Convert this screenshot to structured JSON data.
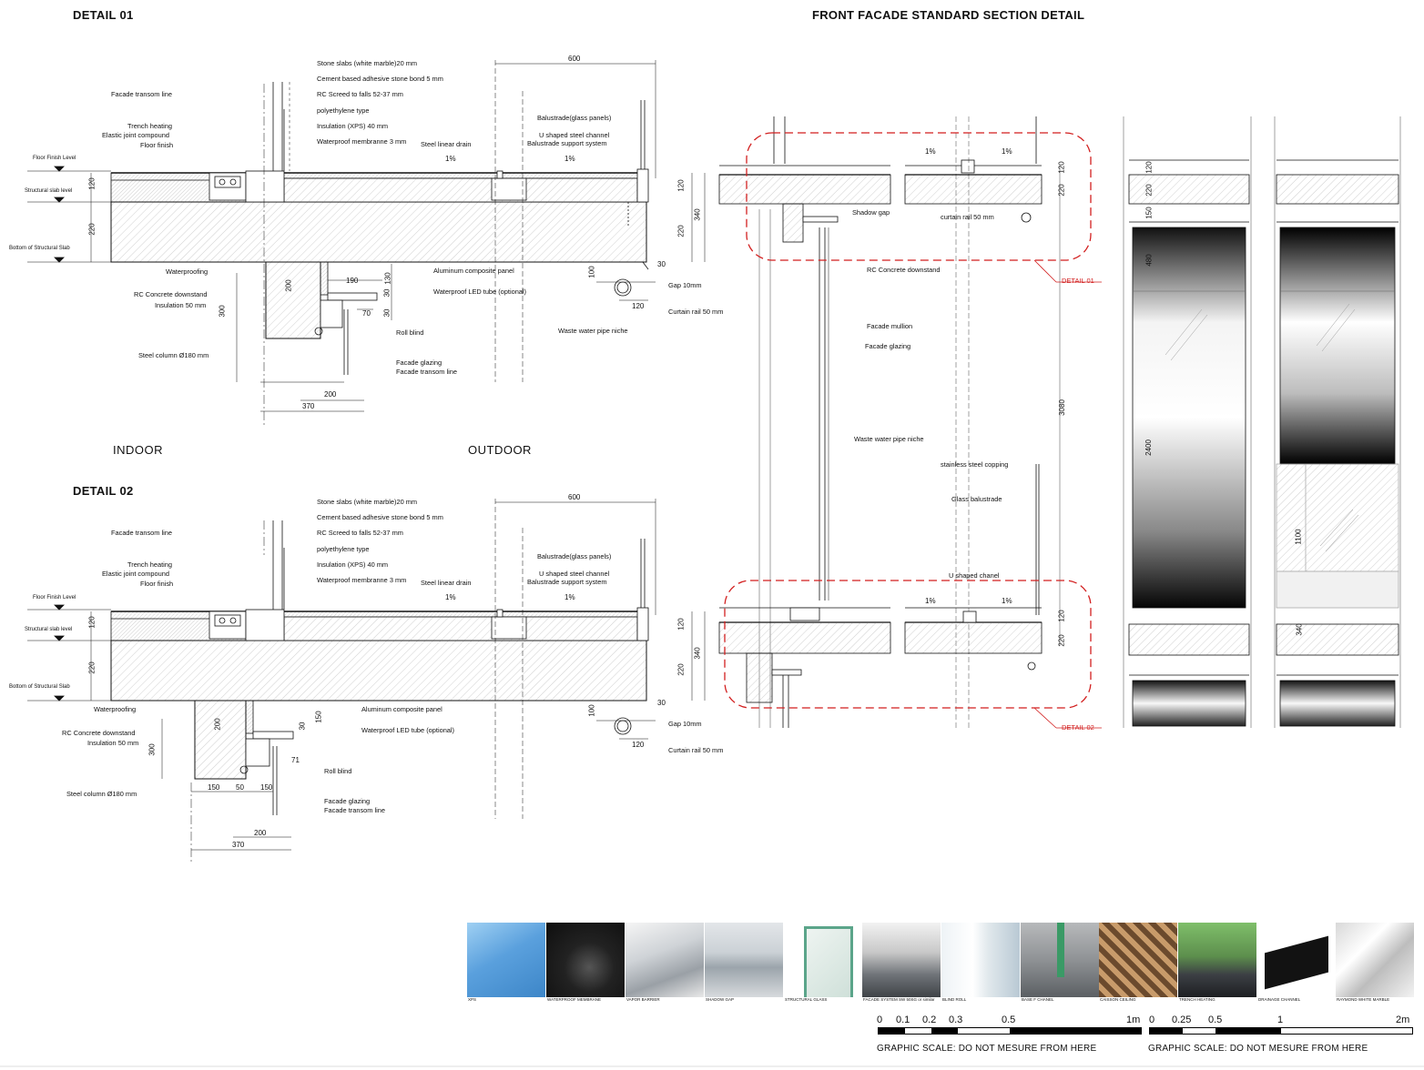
{
  "headings": {
    "detail01": "DETAIL 01",
    "detail02": "DETAIL 02",
    "front": "FRONT FACADE STANDARD SECTION DETAIL",
    "indoor": "INDOOR",
    "outdoor": "OUTDOOR"
  },
  "detail01": {
    "stack": [
      "Stone slabs (white marble)20 mm",
      "Cement based adhesive stone bond 5 mm",
      "RC Screed to falls 52-37 mm",
      "polyethylene type",
      "Insulation (XPS) 40 mm",
      "Waterproof membranne 3 mm"
    ],
    "left": [
      "Facade transom line",
      "Trench heating",
      "Elastic joint compound",
      "Floor finish",
      "Waterproofing",
      "RC Concrete downstand",
      "Insulation 50 mm",
      "Steel column Ø180 mm"
    ],
    "levels": [
      "Floor Finish Level",
      "Structural slab level",
      "Bottom of Structural Slab"
    ],
    "right": [
      "Balustrade(glass panels)",
      "U shaped steel channel",
      "Balustrade support system",
      "Steel linear drain",
      "Aluminum composite panel",
      "Waterproof LED tube (optional)",
      "Roll blind",
      "Facade glazing",
      "Facade transom line",
      "Waste water pipe niche",
      "Gap 10mm",
      "Curtain rail 50 mm"
    ],
    "dims": [
      "600",
      "1%",
      "1%",
      "120",
      "220",
      "340",
      "120",
      "220",
      "190",
      "130",
      "30",
      "200",
      "70",
      "30",
      "300",
      "200",
      "370",
      "100",
      "30",
      "120"
    ]
  },
  "detail02": {
    "stack": [
      "Stone slabs (white marble)20 mm",
      "Cement based adhesive stone bond 5 mm",
      "RC Screed to falls 52-37 mm",
      "polyethylene type",
      "Insulation (XPS) 40 mm",
      "Waterproof membranne 3 mm"
    ],
    "left": [
      "Facade transom line",
      "Trench heating",
      "Elastic joint compound",
      "Floor finish",
      "Waterproofing",
      "RC Concrete downstand",
      "Insulation 50 mm",
      "Steel column Ø180 mm"
    ],
    "levels": [
      "Floor Finish Level",
      "Structural slab level",
      "Bottom of Structural Slab"
    ],
    "right": [
      "Balustrade(glass panels)",
      "U shaped steel channel",
      "Balustrade support system",
      "Steel linear drain",
      "Aluminum composite panel",
      "Waterproof LED tube (optional)",
      "Roll blind",
      "Facade glazing",
      "Facade transom line",
      "Gap 10mm",
      "Curtain rail 50 mm"
    ],
    "dims": [
      "600",
      "1%",
      "1%",
      "120",
      "220",
      "340",
      "120",
      "220",
      "200",
      "30",
      "150",
      "71",
      "300",
      "150",
      "50",
      "150",
      "200",
      "370",
      "100",
      "30",
      "120"
    ]
  },
  "section": {
    "labels": [
      "Shadow gap",
      "curtain rail 50 mm",
      "RC Concrete downstand",
      "Facade mullion",
      "Facade glazing",
      "Waste water pipe niche",
      "stainless steel copping",
      "Glass balustrade",
      "U shaped chanel"
    ],
    "detail_tags": [
      "DETAIL 01",
      "DETAIL 02"
    ],
    "dims": [
      "1%",
      "1%",
      "120",
      "220",
      "3080",
      "1%",
      "1%",
      "120",
      "220"
    ],
    "elev_dims": [
      "120",
      "220",
      "150",
      "480",
      "2400",
      "1100",
      "340"
    ]
  },
  "materials": [
    "XPS",
    "WATERPROOF MEMBRANE",
    "VAPOR BARRIER",
    "SHADOW GAP",
    "STRUCTURAL GLASS",
    "FACADE SYSTEM SW 50SG or similar",
    "BLIND ROLL",
    "BASE F CHANEL",
    "CAISSON CEILING",
    "TRENCH HEATING",
    "DRAINAGE CHANNEL",
    "RAYMOND WHITE MARBLE"
  ],
  "scale1": {
    "ticks": [
      "0",
      "0.1",
      "0.2",
      "0.3",
      "0.5",
      "1m"
    ],
    "note": "GRAPHIC SCALE: DO NOT MESURE FROM HERE"
  },
  "scale2": {
    "ticks": [
      "0",
      "0.25",
      "0.5",
      "1",
      "2m"
    ],
    "note": "GRAPHIC SCALE: DO NOT MESURE FROM HERE"
  },
  "colors": {
    "line": "#111111",
    "hatch": "#9a9a9a",
    "red": "#d21f1f",
    "xps": "#6aa8da"
  }
}
